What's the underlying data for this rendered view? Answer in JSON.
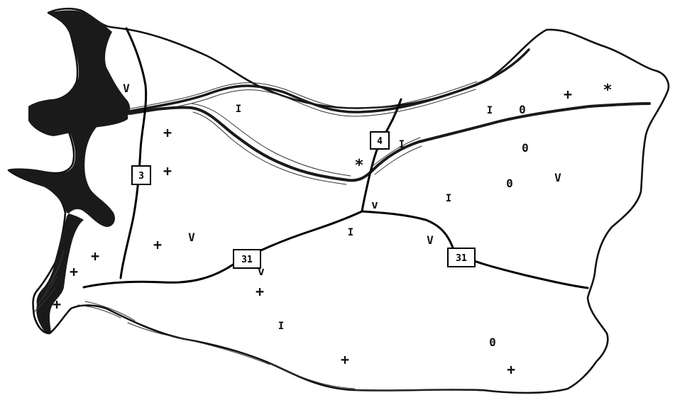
{
  "map": {
    "route_labels": {
      "road_3": "3",
      "road_4": "4",
      "road_31_west": "31",
      "road_31_east": "31"
    },
    "symbols": {
      "plus": "+",
      "v": "V",
      "v_small": "v",
      "i": "I",
      "o": "0",
      "star": "*"
    }
  }
}
